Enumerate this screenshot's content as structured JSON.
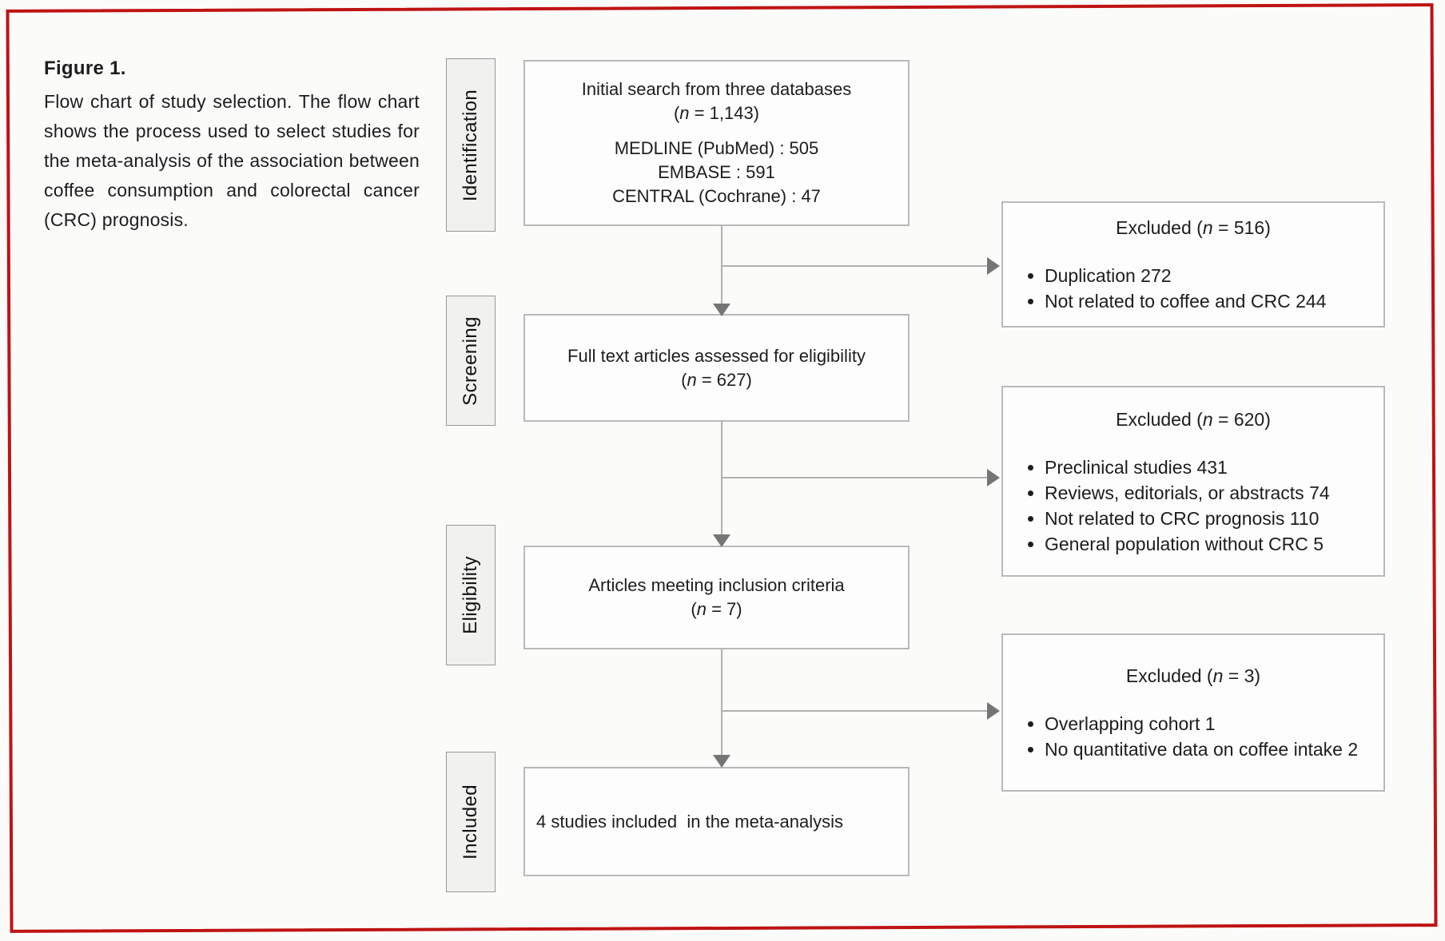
{
  "figure": {
    "label": "Figure 1.",
    "caption": "Flow chart of study selection. The flow chart shows the process used to select studies for the meta-analysis of the association between coffee consumption and colorectal cancer (CRC) prognosis."
  },
  "stages": [
    "Identification",
    "Screening",
    "Eligibility",
    "Included"
  ],
  "main_boxes": [
    {
      "title": "Initial search from three databases",
      "count_open": "(",
      "count_var": "n",
      "count_rest": " = 1,143)",
      "sources": [
        "MEDLINE (PubMed) : 505",
        "EMBASE : 591",
        "CENTRAL (Cochrane) : 47"
      ]
    },
    {
      "title": "Full text articles assessed for eligibility",
      "count_open": "(",
      "count_var": "n",
      "count_rest": " = 627)"
    },
    {
      "title": "Articles meeting inclusion criteria",
      "count_open": "(",
      "count_var": "n",
      "count_rest": " = 7)"
    },
    {
      "title": "4 studies included  in the meta-analysis"
    }
  ],
  "excluded_boxes": [
    {
      "title_pre": "Excluded (",
      "title_var": "n",
      "title_rest": " = 516)",
      "reasons": [
        "Duplication 272",
        "Not related to coffee and CRC 244"
      ]
    },
    {
      "title_pre": "Excluded (",
      "title_var": "n",
      "title_rest": " = 620)",
      "reasons": [
        "Preclinical studies 431",
        "Reviews, editorials, or abstracts 74",
        "Not related to CRC prognosis 110",
        "General population without CRC 5"
      ]
    },
    {
      "title_pre": "Excluded (",
      "title_var": "n",
      "title_rest": " = 3)",
      "reasons": [
        "Overlapping cohort 1",
        "No quantitative data on coffee intake 2"
      ]
    }
  ],
  "colors": {
    "frame_red": "#bf1313",
    "box_border": "#b9b9b9",
    "stage_bg": "#f1f1ef",
    "line_gray": "#b0b0b0",
    "arrow_gray": "#757575",
    "text": "#1d1d1d"
  }
}
